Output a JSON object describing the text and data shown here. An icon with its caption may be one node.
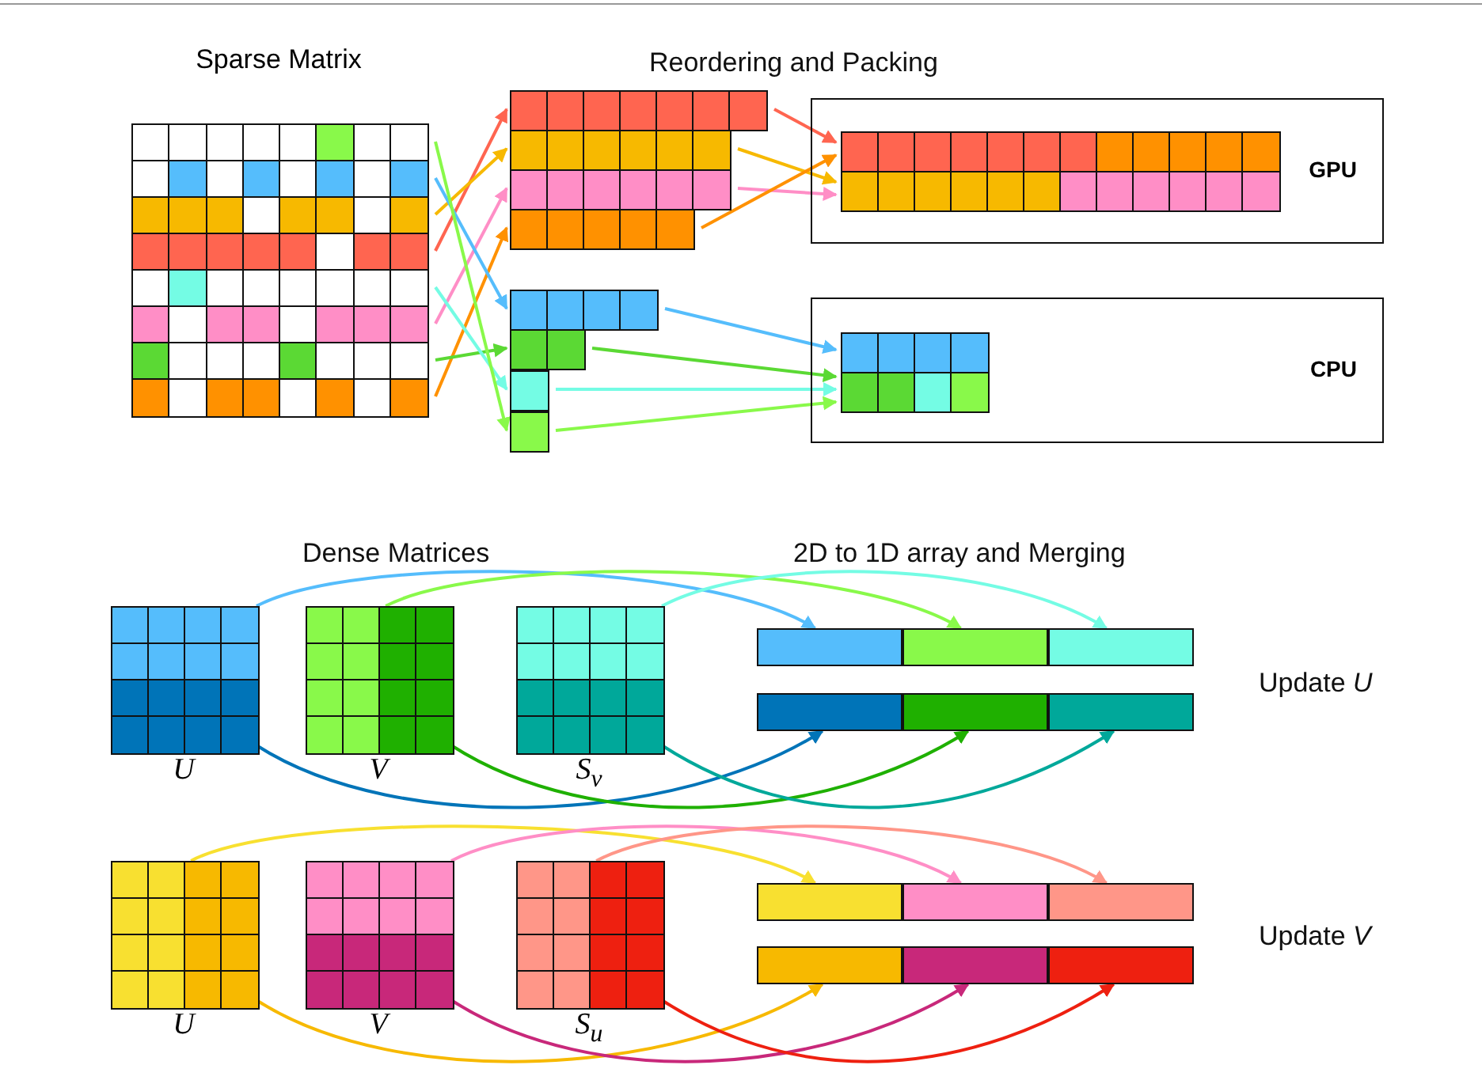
{
  "diagram": {
    "nodes": [
      {
        "text": [
          "Sparse Matrix"
        ]
      },
      {
        "text": [],
        "shape": "bar",
        "in": 0
      },
      {
        "text": [],
        "shape": "bar",
        "in": 0
      },
      {
        "text": [],
        "shape": "bar",
        "in": 0
      },
      {
        "text": [],
        "shape": "bar",
        "in": 0
      },
      {
        "text": [],
        "shape": "bar",
        "in": 0
      },
      {
        "text": [],
        "shape": "bar",
        "in": 0
      },
      {
        "text": [],
        "shape": "bar",
        "in": 0
      },
      {
        "text": [],
        "shape": "bar",
        "in": 0
      },
      {
        "text": [],
        "shape": "bar"
      },
      {
        "text": [],
        "shape": "bar"
      },
      {
        "text": [],
        "shape": "bar"
      },
      {
        "text": [],
        "shape": "bar"
      },
      {
        "text": [],
        "shape": "bar"
      },
      {
        "text": [],
        "shape": "bar"
      },
      {
        "text": [],
        "shape": "bar"
      },
      {
        "text": [],
        "shape": "bar"
      },
      {
        "text": [
          "GPU"
        ]
      },
      {
        "text": [],
        "shape": "bar",
        "in": 17
      },
      {
        "text": [],
        "shape": "bar",
        "in": 17
      },
      {
        "text": [
          "CPU"
        ]
      },
      {
        "text": [],
        "shape": "bar",
        "in": 20
      },
      {
        "text": [],
        "shape": "bar",
        "in": 20
      },
      {
        "text": [
          "U"
        ]
      },
      {
        "text": [
          "V"
        ]
      },
      {
        "text": [
          "S$_{v}$"
        ]
      },
      {
        "text": [],
        "shape": "bar"
      },
      {
        "text": [],
        "shape": "bar"
      },
      {
        "text": [],
        "shape": "bar"
      },
      {
        "text": [],
        "shape": "bar"
      },
      {
        "text": [],
        "shape": "bar"
      },
      {
        "text": [],
        "shape": "bar"
      },
      {
        "text": [
          "U"
        ]
      },
      {
        "text": [
          "V"
        ]
      },
      {
        "text": [
          "S$_{u}$"
        ]
      },
      {
        "text": [],
        "shape": "bar"
      },
      {
        "text": [],
        "shape": "bar"
      },
      {
        "text": [],
        "shape": "bar"
      },
      {
        "text": [],
        "shape": "bar"
      },
      {
        "text": [],
        "shape": "bar"
      },
      {
        "text": [],
        "shape": "bar"
      }
    ],
    "edges": [
      {
        "from": 4,
        "to": 9,
        "arrow": "to",
        "color": "#ff6550"
      },
      {
        "from": 3,
        "to": 10,
        "arrow": "to",
        "color": "#f7b900"
      },
      {
        "from": 6,
        "to": 11,
        "arrow": "to",
        "color": "#ff8ec6"
      },
      {
        "from": 8,
        "to": 12,
        "arrow": "to",
        "color": "#ff9100"
      },
      {
        "from": 2,
        "to": 13,
        "arrow": "to",
        "color": "#55bdfc"
      },
      {
        "from": 7,
        "to": 14,
        "arrow": "to",
        "color": "#5bd934"
      },
      {
        "from": 5,
        "to": 15,
        "arrow": "to",
        "color": "#74fce4"
      },
      {
        "from": 1,
        "to": 16,
        "arrow": "to",
        "color": "#89f94a"
      },
      {
        "from": 9,
        "to": 18,
        "arrow": "to",
        "color": "#ff6550"
      },
      {
        "from": 10,
        "to": 19,
        "arrow": "to",
        "color": "#f7b900"
      },
      {
        "from": 11,
        "to": 19,
        "arrow": "to",
        "color": "#ff8ec6"
      },
      {
        "from": 12,
        "to": 18,
        "arrow": "to",
        "color": "#ff9100"
      },
      {
        "from": 13,
        "to": 21,
        "arrow": "to",
        "color": "#55bdfc"
      },
      {
        "from": 14,
        "to": 22,
        "arrow": "to",
        "color": "#5bd934"
      },
      {
        "from": 15,
        "to": 22,
        "arrow": "to",
        "color": "#74fce4"
      },
      {
        "from": 16,
        "to": 22,
        "arrow": "to",
        "color": "#89f94a"
      },
      {
        "from": 23,
        "to": 26,
        "arrow": "to",
        "color": "#55bdfc"
      },
      {
        "from": 24,
        "to": 27,
        "arrow": "to",
        "color": "#89f94a"
      },
      {
        "from": 25,
        "to": 28,
        "arrow": "to",
        "color": "#74fce4"
      },
      {
        "from": 23,
        "to": 29,
        "arrow": "to",
        "color": "#0074b8"
      },
      {
        "from": 24,
        "to": 30,
        "arrow": "to",
        "color": "#1fb000"
      },
      {
        "from": 25,
        "to": 31,
        "arrow": "to",
        "color": "#00a89a"
      },
      {
        "from": 32,
        "to": 35,
        "arrow": "to",
        "color": "#f8e030"
      },
      {
        "from": 33,
        "to": 36,
        "arrow": "to",
        "color": "#ff8ec6"
      },
      {
        "from": 34,
        "to": 37,
        "arrow": "to",
        "color": "#ff9688"
      },
      {
        "from": 32,
        "to": 38,
        "arrow": "to",
        "color": "#f7b900"
      },
      {
        "from": 33,
        "to": 39,
        "arrow": "to",
        "color": "#c8287a"
      },
      {
        "from": 34,
        "to": 40,
        "arrow": "to",
        "color": "#ee2010"
      }
    ],
    "labels": [
      "Reordering and Packing",
      "Dense Matrices",
      "2D to 1D array and Merging",
      "Update *U*",
      "Update *V*"
    ]
  }
}
